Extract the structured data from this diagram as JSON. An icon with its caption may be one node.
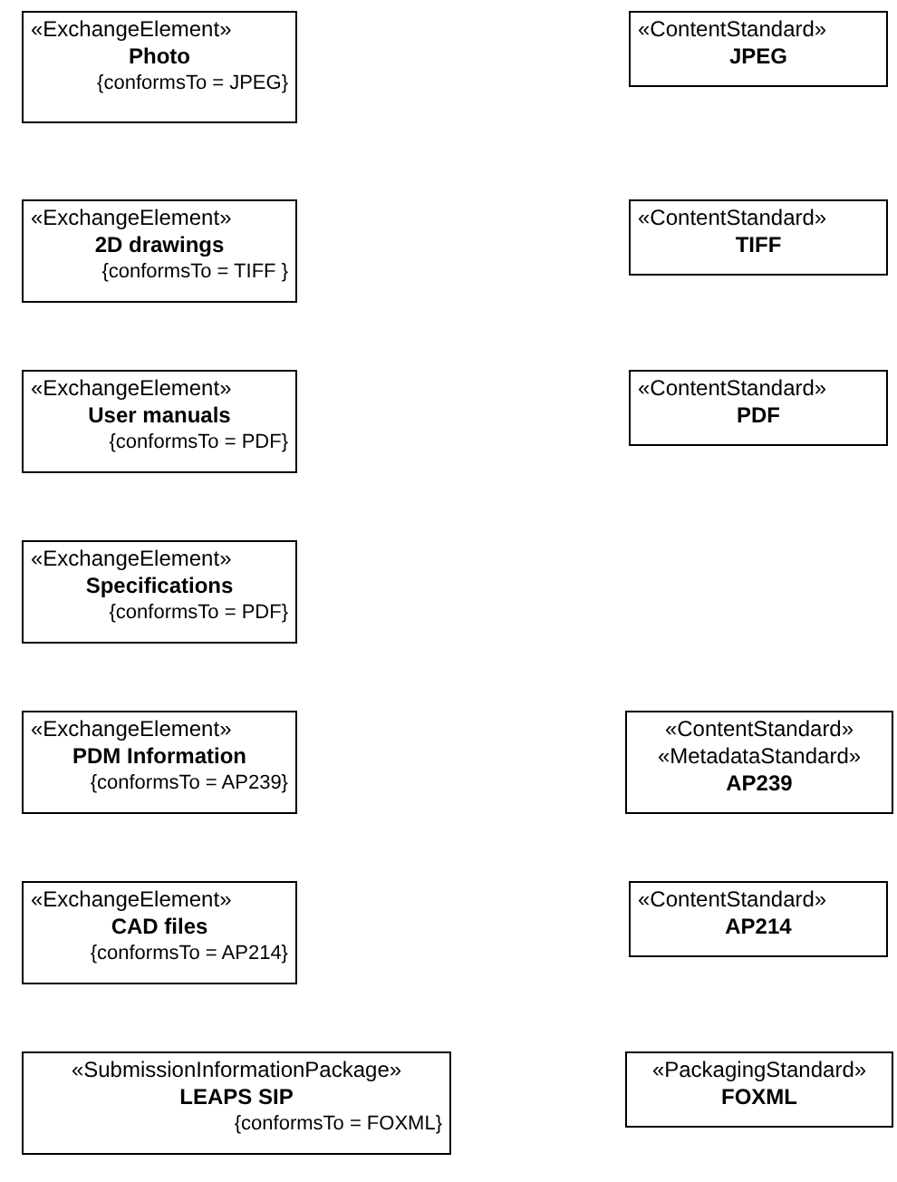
{
  "diagram": {
    "nodes": [
      {
        "text": [
          "«ExchangeElement»",
          "Photo",
          "{conformsTo = JPEG}"
        ]
      },
      {
        "text": [
          "«ContentStandard»",
          "JPEG"
        ]
      },
      {
        "text": [
          "«ExchangeElement»",
          "2D drawings",
          "{conformsTo = TIFF }"
        ]
      },
      {
        "text": [
          "«ContentStandard»",
          "TIFF"
        ]
      },
      {
        "text": [
          "«ExchangeElement»",
          "User manuals",
          "{conformsTo = PDF}"
        ]
      },
      {
        "text": [
          "«ContentStandard»",
          "PDF"
        ]
      },
      {
        "text": [
          "«ExchangeElement»",
          "Specifications",
          "{conformsTo = PDF}"
        ]
      },
      {
        "text": [
          "«ExchangeElement»",
          "PDM Information",
          "{conformsTo = AP239}"
        ]
      },
      {
        "text": [
          "«ContentStandard»",
          "«MetadataStandard»",
          "AP239"
        ]
      },
      {
        "text": [
          "«ExchangeElement»",
          "CAD files",
          "{conformsTo = AP214}"
        ]
      },
      {
        "text": [
          "«ContentStandard»",
          "AP214"
        ]
      },
      {
        "text": [
          "«SubmissionInformationPackage»",
          "LEAPS SIP",
          "{conformsTo = FOXML}"
        ]
      },
      {
        "text": [
          "«PackagingStandard»",
          "FOXML"
        ]
      }
    ]
  }
}
